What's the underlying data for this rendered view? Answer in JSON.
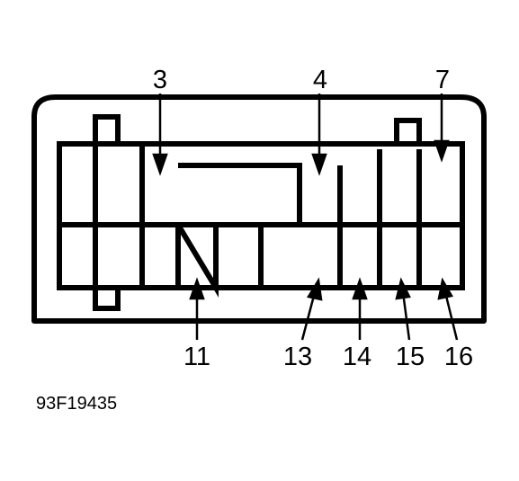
{
  "diagram": {
    "pin_labels_top": [
      "3",
      "4",
      "7"
    ],
    "pin_labels_bottom": [
      "11",
      "13",
      "14",
      "15",
      "16"
    ],
    "figure_id": "93F19435",
    "stroke_color": "#000000",
    "background_color": "#ffffff"
  }
}
